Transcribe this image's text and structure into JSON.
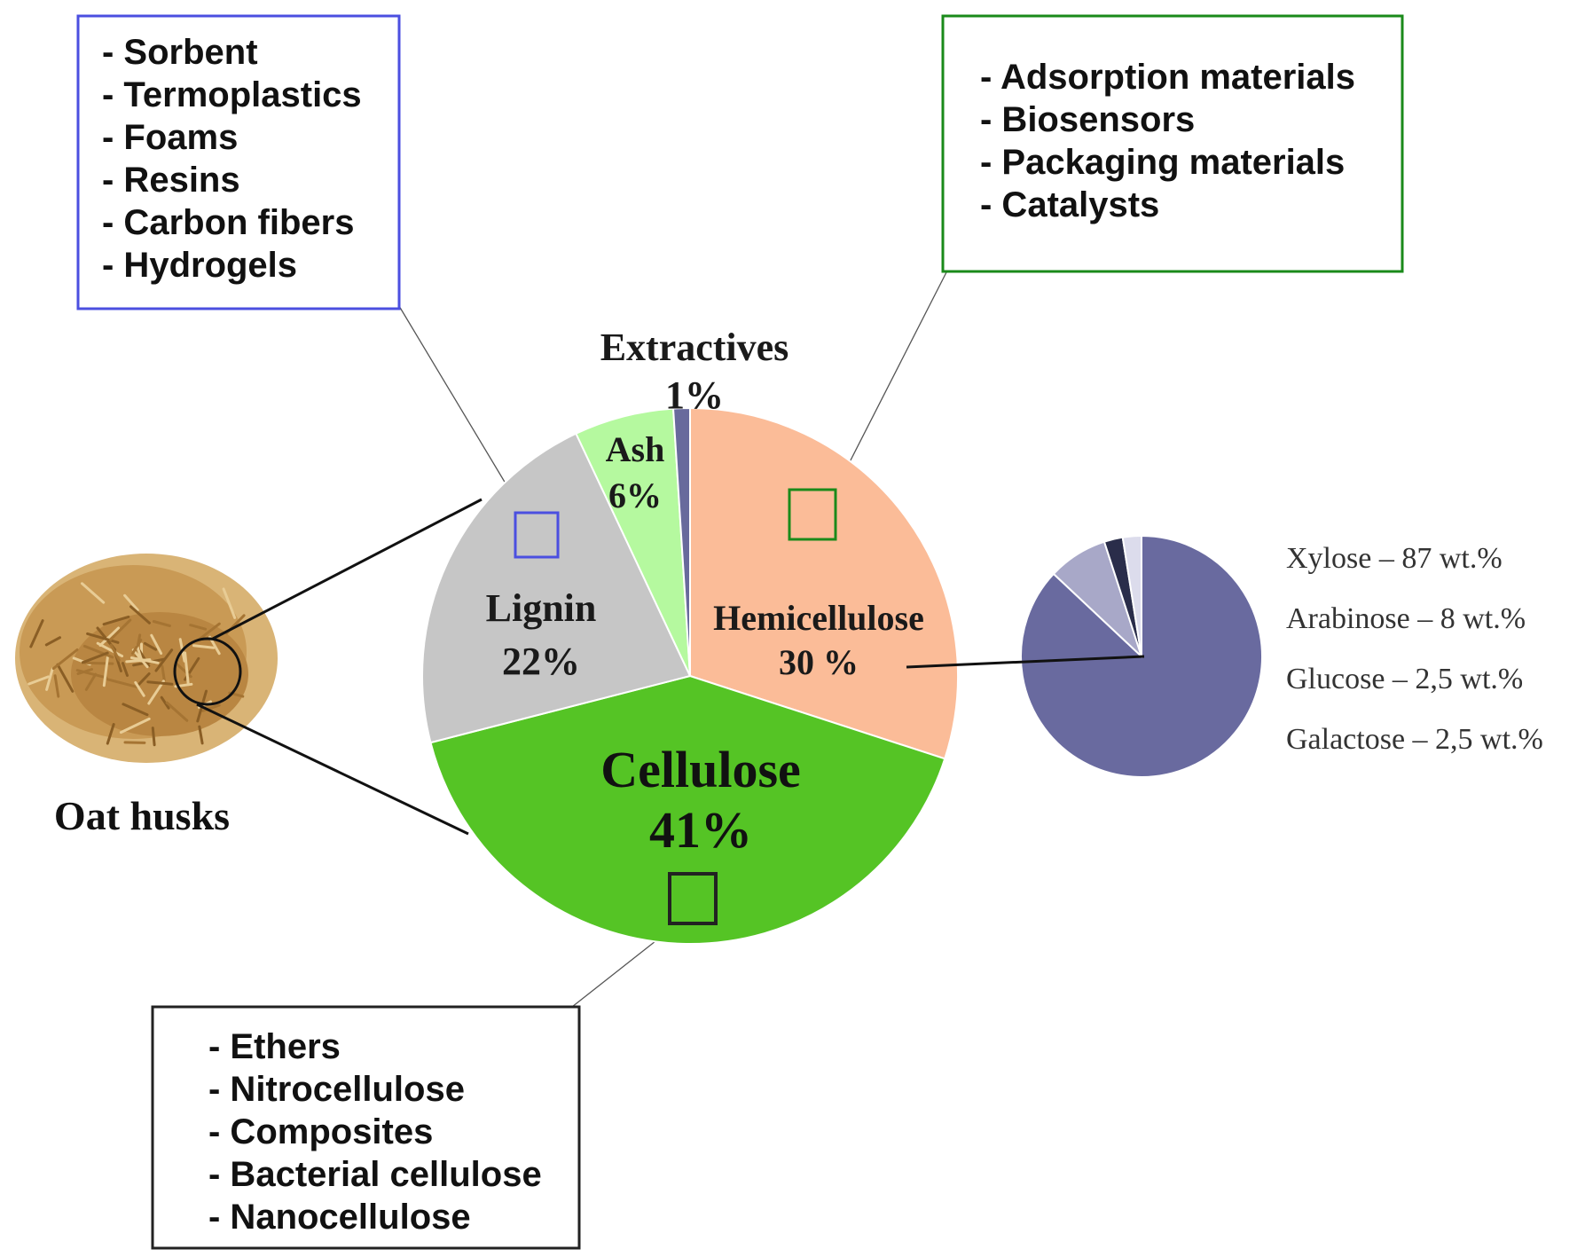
{
  "colors": {
    "background": "#ffffff",
    "cellulose": "#55c425",
    "hemicellulose": "#fbbc98",
    "lignin": "#c6c6c6",
    "ash": "#b5f99f",
    "extractives": "#686a9c",
    "lignin_box": "#4b4fe0",
    "hemicellulose_box": "#1a8a1a",
    "cellulose_box": "#222222",
    "sub_xylose": "#696a9f",
    "sub_arabinose": "#a8a8c8",
    "sub_glucose": "#2a2d4a",
    "sub_galactose": "#dcdcec"
  },
  "caption": "Oat husks",
  "icons": {
    "oat_husk_image": "oat-husks-photo",
    "zoom_circle": "magnifier-circle-icon"
  },
  "boxes": {
    "lignin": {
      "items": [
        "- Sorbent",
        "- Termoplastics",
        "- Foams",
        "- Resins",
        "- Carbon fibers",
        "- Hydrogels"
      ]
    },
    "hemicellulose": {
      "items": [
        "- Adsorption materials",
        "- Biosensors",
        "- Packaging materials",
        "- Catalysts"
      ]
    },
    "cellulose": {
      "items": [
        "- Ethers",
        "- Nitrocellulose",
        "- Composites",
        "- Bacterial cellulose",
        "- Nanocellulose"
      ]
    }
  },
  "chart_data": [
    {
      "type": "pie",
      "slices": [
        {
          "key": "hemicellulose",
          "name": "Hemicellulose",
          "value": 30,
          "label_line1": "Hemicellulose",
          "label_line2": "30 %"
        },
        {
          "key": "cellulose",
          "name": "Cellulose",
          "value": 41,
          "label_line1": "Cellulose",
          "label_line2": "41%"
        },
        {
          "key": "lignin",
          "name": "Lignin",
          "value": 22,
          "label_line1": "Lignin",
          "label_line2": "22%"
        },
        {
          "key": "ash",
          "name": "Ash",
          "value": 6,
          "label_line1": "Ash",
          "label_line2": "6%"
        },
        {
          "key": "extractives",
          "name": "Extractives",
          "value": 1,
          "label_line1": "Extractives",
          "label_line2": "1%"
        }
      ]
    },
    {
      "type": "pie",
      "slices": [
        {
          "key": "xylose",
          "name": "Xylose",
          "value": 87,
          "label": "Xylose – 87 wt.%"
        },
        {
          "key": "arabinose",
          "name": "Arabinose",
          "value": 8,
          "label": "Arabinose – 8 wt.%"
        },
        {
          "key": "glucose",
          "name": "Glucose",
          "value": 2.5,
          "label": "Glucose – 2,5 wt.%"
        },
        {
          "key": "galactose",
          "name": "Galactose",
          "value": 2.5,
          "label": "Galactose – 2,5 wt.%"
        }
      ]
    }
  ]
}
